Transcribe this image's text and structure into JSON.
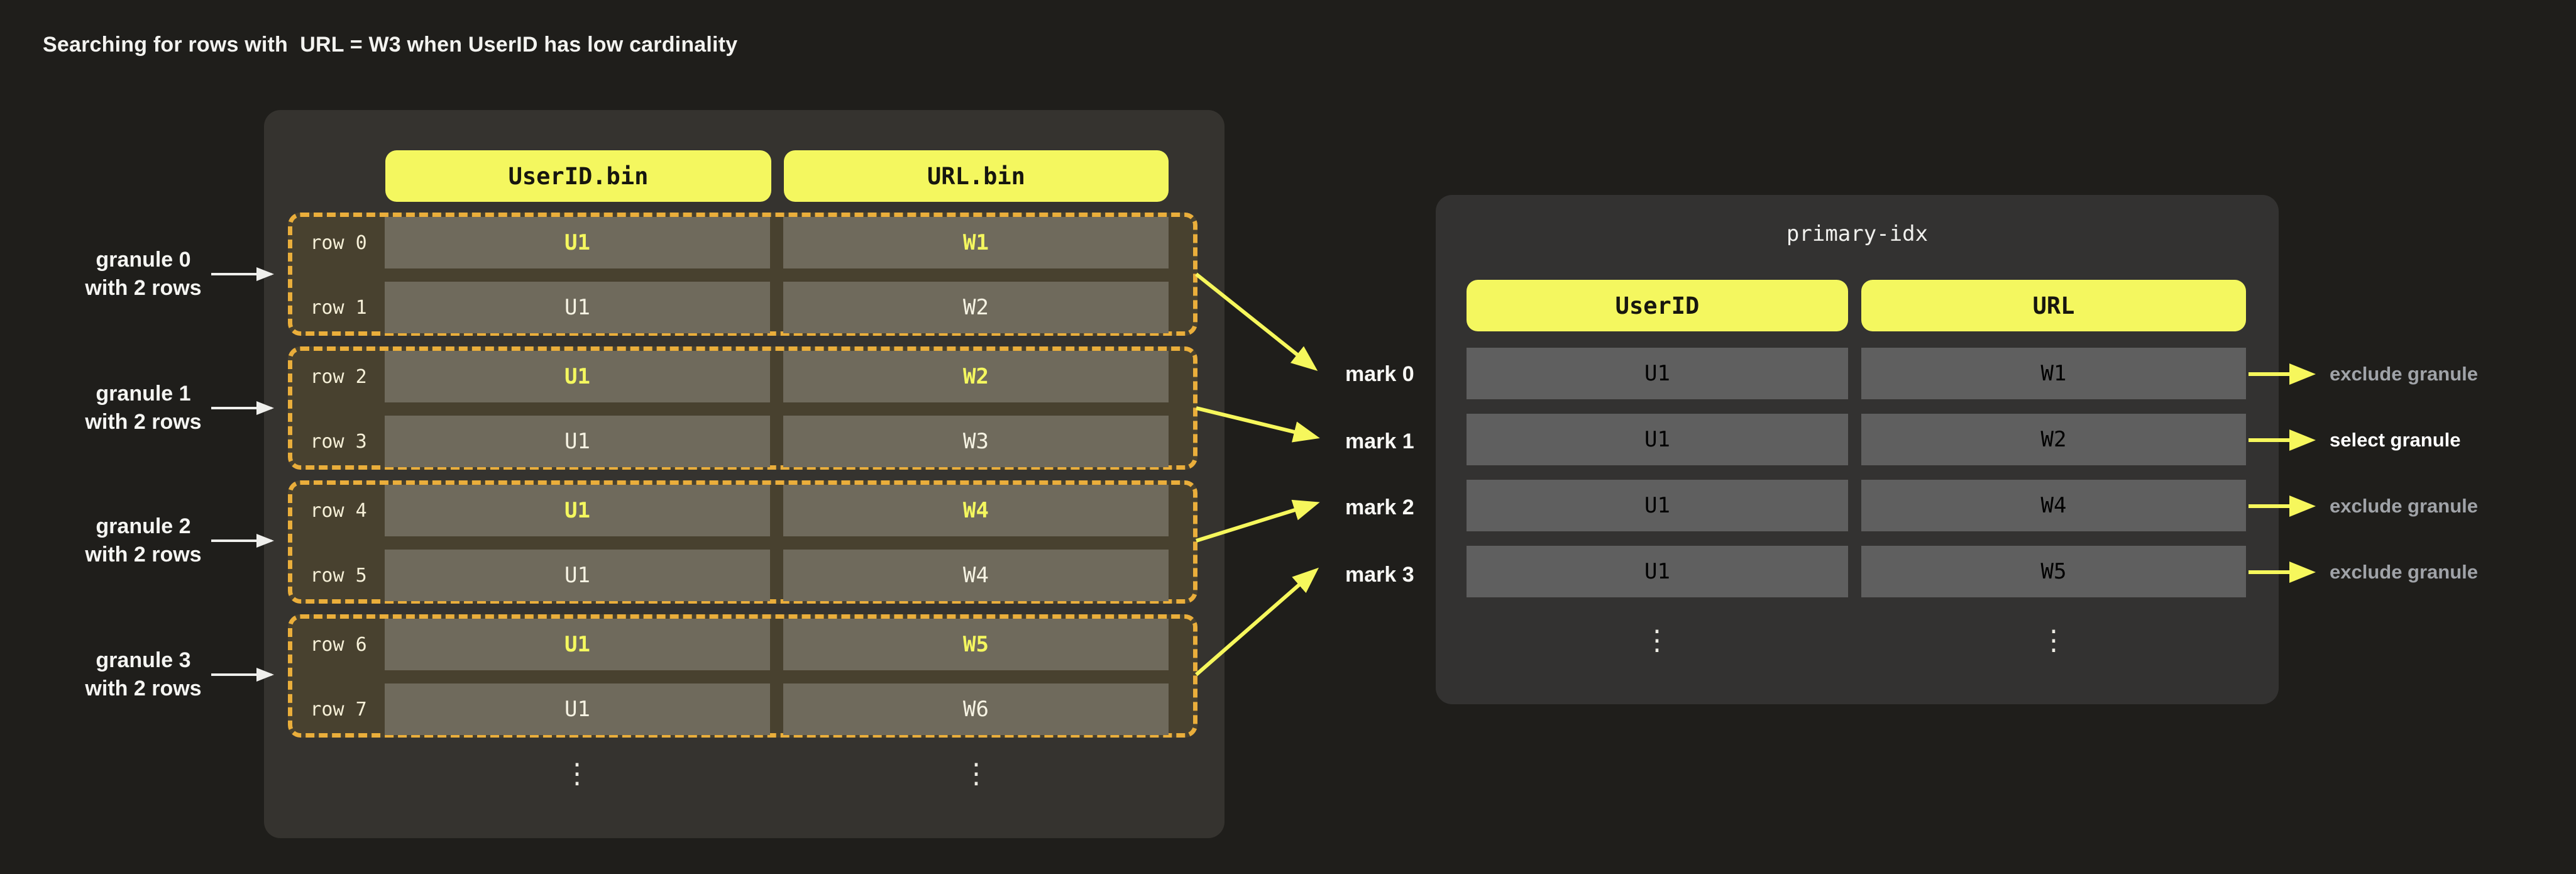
{
  "page": {
    "title": "Searching for rows with  URL = W3 when UserID has low cardinality"
  },
  "colors": {
    "background": "#1f1e1b",
    "panel": "#35332f",
    "accent_yellow": "#f4f75f",
    "granule_dash_orange": "#eaae3b",
    "granule_fill": "#48412f",
    "left_cell": "#6f6a5c",
    "right_cell": "#5f5f5f",
    "muted_label": "#a0a3a8",
    "white_text": "#f5f5f2"
  },
  "left_table": {
    "column_headers": [
      {
        "label": "UserID.bin"
      },
      {
        "label": "URL.bin"
      }
    ],
    "granules": [
      {
        "label_line1": "granule 0",
        "label_line2": "with 2 rows",
        "rows": [
          {
            "row_label": "row 0",
            "user_id": "U1",
            "url": "W1"
          },
          {
            "row_label": "row 1",
            "user_id": "U1",
            "url": "W2"
          }
        ]
      },
      {
        "label_line1": "granule 1",
        "label_line2": "with 2 rows",
        "rows": [
          {
            "row_label": "row 2",
            "user_id": "U1",
            "url": "W2"
          },
          {
            "row_label": "row 3",
            "user_id": "U1",
            "url": "W3"
          }
        ]
      },
      {
        "label_line1": "granule 2",
        "label_line2": "with 2 rows",
        "rows": [
          {
            "row_label": "row 4",
            "user_id": "U1",
            "url": "W4"
          },
          {
            "row_label": "row 5",
            "user_id": "U1",
            "url": "W4"
          }
        ]
      },
      {
        "label_line1": "granule 3",
        "label_line2": "with 2 rows",
        "rows": [
          {
            "row_label": "row 6",
            "user_id": "U1",
            "url": "W5"
          },
          {
            "row_label": "row 7",
            "user_id": "U1",
            "url": "W6"
          }
        ]
      }
    ],
    "ellipsis": "⋮"
  },
  "marks": [
    {
      "label": "mark 0"
    },
    {
      "label": "mark 1"
    },
    {
      "label": "mark 2"
    },
    {
      "label": "mark 3"
    }
  ],
  "primary_index": {
    "title": "primary-idx",
    "column_headers": [
      {
        "label": "UserID"
      },
      {
        "label": "URL"
      }
    ],
    "rows": [
      {
        "user_id": "U1",
        "url": "W1"
      },
      {
        "user_id": "U1",
        "url": "W2"
      },
      {
        "user_id": "U1",
        "url": "W4"
      },
      {
        "user_id": "U1",
        "url": "W5"
      }
    ],
    "ellipsis": "⋮"
  },
  "granule_actions": [
    {
      "label": "exclude granule",
      "selected": false
    },
    {
      "label": "select granule",
      "selected": true
    },
    {
      "label": "exclude granule",
      "selected": false
    },
    {
      "label": "exclude granule",
      "selected": false
    }
  ]
}
